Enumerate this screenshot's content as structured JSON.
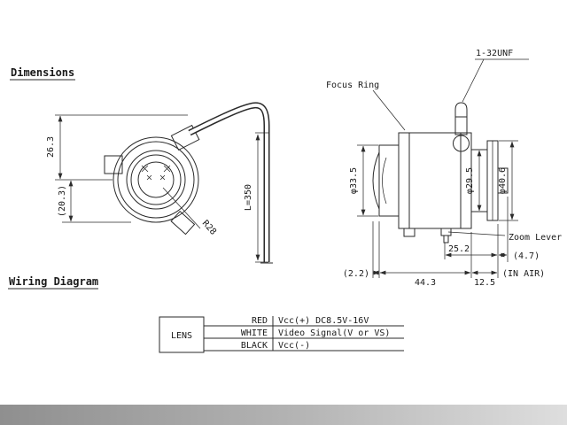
{
  "ink": "#2a2a2a",
  "headings": {
    "dimensions": "Dimensions",
    "wiring": "Wiring Diagram"
  },
  "front_view": {
    "dim_top": "26.3",
    "dim_bottom": "(20.3)",
    "radius": "R28",
    "cable_length": "L=350"
  },
  "side_view": {
    "focus_ring": "Focus Ring",
    "thread": "1-32UNF",
    "dia_front": "φ33.5",
    "dia_rear": "φ29.5",
    "dia_flange": "φ40.6",
    "zoom_lever": "Zoom Lever",
    "dim_lever_offset": "(4.7)",
    "dim_lever_pos": "25.2",
    "dim_front_vertex": "(2.2)",
    "dim_body_length": "44.3",
    "dim_back_focus": "12.5",
    "back_focus_note": "(IN AIR)"
  },
  "wiring_diagram": {
    "lens_box": "LENS",
    "rows": [
      {
        "color": "RED",
        "desc": "Vcc(+) DC8.5V-16V"
      },
      {
        "color": "WHITE",
        "desc": "Video Signal(V or VS)"
      },
      {
        "color": "BLACK",
        "desc": "Vcc(-)"
      }
    ]
  }
}
